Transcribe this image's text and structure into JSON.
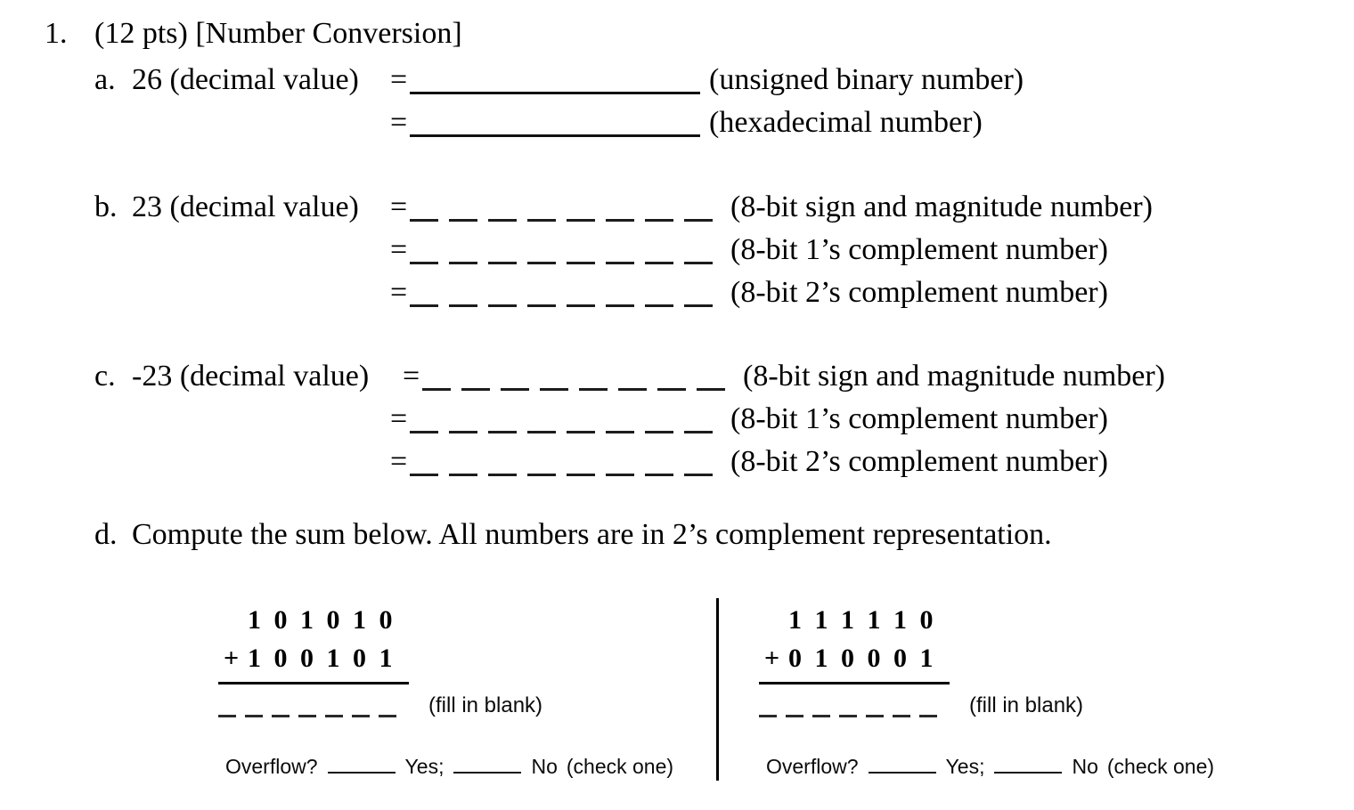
{
  "colors": {
    "text": "#000000",
    "background": "#ffffff"
  },
  "header": {
    "number": "1.",
    "title": "(12 pts) [Number Conversion]"
  },
  "part_a": {
    "label": "a.",
    "prompt": "26 (decimal value)",
    "equals": "=",
    "rows": [
      {
        "suffix": "(unsigned binary number)"
      },
      {
        "suffix": "(hexadecimal number)"
      }
    ]
  },
  "part_b": {
    "label": "b.",
    "prompt": "23 (decimal value)",
    "equals": "=",
    "bit_slots": 8,
    "rows": [
      {
        "suffix": "(8-bit sign and magnitude number)"
      },
      {
        "suffix": "(8-bit 1’s complement number)"
      },
      {
        "suffix": "(8-bit 2’s complement number)"
      }
    ]
  },
  "part_c": {
    "label": "c.",
    "prompt": "-23 (decimal value)",
    "equals": "=",
    "bit_slots": 8,
    "rows": [
      {
        "suffix": "(8-bit sign and magnitude number)"
      },
      {
        "suffix": "(8-bit 1’s complement number)"
      },
      {
        "suffix": "(8-bit 2’s complement number)"
      }
    ]
  },
  "part_d": {
    "label": "d.",
    "prompt": "Compute the sum below. All numbers are in 2’s complement representation.",
    "problems": [
      {
        "addend1": "1 0 1 0 1 0",
        "plus": "+",
        "addend2": "1 0 0 1 0 1",
        "answer_slots": 7,
        "fill_label": "(fill in blank)",
        "overflow_label": "Overflow?",
        "yes_label": "Yes;",
        "no_label": "No",
        "check_label": "(check one)"
      },
      {
        "addend1": "1 1 1 1 1 0",
        "plus": "+",
        "addend2": "0 1 0 0 0 1",
        "answer_slots": 7,
        "fill_label": "(fill in blank)",
        "overflow_label": "Overflow?",
        "yes_label": "Yes;",
        "no_label": "No",
        "check_label": "(check one)"
      }
    ]
  }
}
